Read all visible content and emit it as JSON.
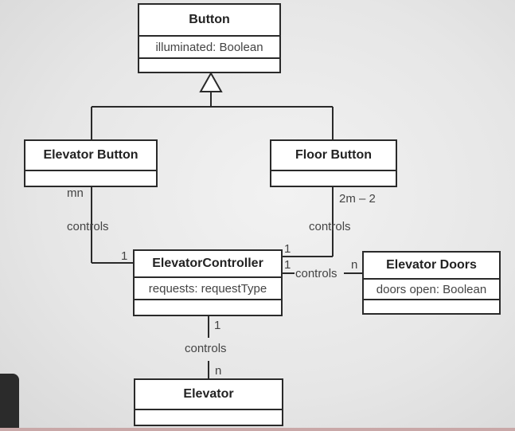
{
  "classes": {
    "button": {
      "name": "Button",
      "attributes": [
        "illuminated: Boolean"
      ]
    },
    "elevator_button": {
      "name": "Elevator Button"
    },
    "floor_button": {
      "name": "Floor Button"
    },
    "elevator_controller": {
      "name": "ElevatorController",
      "attributes": [
        "requests: requestType"
      ]
    },
    "elevator_doors": {
      "name": "Elevator Doors",
      "attributes": [
        "doors open: Boolean"
      ]
    },
    "elevator": {
      "name": "Elevator"
    }
  },
  "associations": {
    "elevator_button_controller": {
      "label": "controls",
      "mult_near_button": "mn",
      "mult_near_controller": "1"
    },
    "floor_button_controller": {
      "label": "controls",
      "mult_near_button": "2m – 2",
      "mult_near_controller": "1"
    },
    "controller_doors": {
      "label": "controls",
      "mult_near_controller": "1",
      "mult_near_doors": "n"
    },
    "controller_elevator": {
      "label": "controls",
      "mult_near_controller": "1",
      "mult_near_elevator": "n"
    }
  }
}
